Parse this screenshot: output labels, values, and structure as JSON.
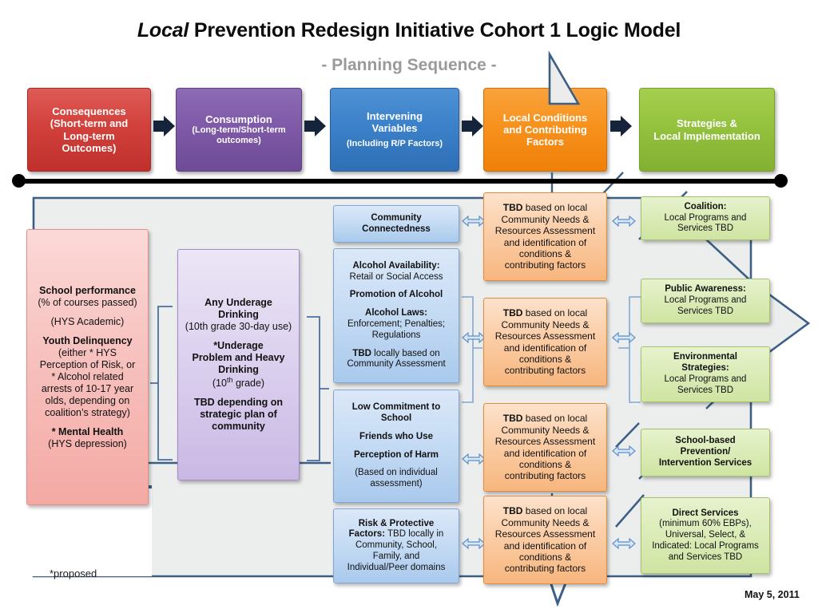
{
  "title": {
    "emphasis": "Local",
    "rest": " Prevention Redesign Initiative Cohort 1 Logic Model",
    "subtitle": "- Planning Sequence -"
  },
  "top_row": [
    {
      "id": "consequences",
      "line1": "Consequences",
      "line2": "(Short-term and",
      "line3": "Long-term",
      "line4": "Outcomes)",
      "color": "#d2413c"
    },
    {
      "id": "consumption",
      "line1": "Consumption",
      "line2": "(Long-term/Short-term",
      "line3": "outcomes)",
      "color": "#7f5aa8"
    },
    {
      "id": "intervening-variables",
      "line1": "Intervening",
      "line2": "Variables",
      "line3": "(Including R/P Factors)",
      "color": "#3b81ca"
    },
    {
      "id": "local-conditions",
      "line1": "Local Conditions",
      "line2": "and Contributing",
      "line3": "Factors",
      "color": "#f7921e"
    },
    {
      "id": "strategies",
      "line1": "Strategies &",
      "line2": "Local Implementation",
      "color": "#94c23e"
    }
  ],
  "consequences_box": {
    "heading1": "School performance",
    "sub1": "(% of courses passed)",
    "sub2": "(HYS Academic)",
    "heading2": "Youth Delinquency",
    "sub3": "(either * HYS",
    "sub4": "Perception of Risk, or",
    "sub5": "* Alcohol related",
    "sub6": "arrests of 10-17 year",
    "sub7": "olds, depending on",
    "sub8": "coalition’s strategy)",
    "heading3": "* Mental Health",
    "sub9": "(HYS depression)"
  },
  "consumption_box": {
    "heading1": "Any Underage",
    "heading1b": "Drinking",
    "sub1": "(10th grade 30-day use)",
    "heading2": "*Underage",
    "heading2b": "Problem and Heavy",
    "heading2c": "Drinking",
    "sub2_pre": "(10",
    "sub2_sup": "th",
    "sub2_post": " grade)",
    "heading3": "TBD depending on",
    "heading3b": "strategic plan of",
    "heading3c": "community"
  },
  "intervening_boxes": [
    {
      "id": "community-connectedness",
      "lines": [
        {
          "bold": "Community",
          "plain": ""
        },
        {
          "bold": "Connectedness",
          "plain": ""
        }
      ]
    },
    {
      "id": "alcohol-availability",
      "lines": [
        {
          "bold": "Alcohol Availability:",
          "plain": ""
        },
        {
          "bold": "",
          "plain": "Retail  or  Social Access"
        },
        {
          "bold": "",
          "plain": ""
        },
        {
          "bold": "Promotion of Alcohol",
          "plain": ""
        },
        {
          "bold": "",
          "plain": ""
        },
        {
          "bold": "Alcohol Laws:",
          "plain": ""
        },
        {
          "bold": "",
          "plain": "Enforcement; Penalties;"
        },
        {
          "bold": "",
          "plain": "Regulations"
        },
        {
          "bold": "",
          "plain": ""
        },
        {
          "bold": "TBD",
          "plain": " locally based on"
        },
        {
          "bold": "",
          "plain": "Community Assessment"
        }
      ]
    },
    {
      "id": "low-commitment",
      "lines": [
        {
          "bold": "Low Commitment to",
          "plain": ""
        },
        {
          "bold": "School",
          "plain": ""
        },
        {
          "bold": "",
          "plain": ""
        },
        {
          "bold": "Friends who Use",
          "plain": ""
        },
        {
          "bold": "",
          "plain": ""
        },
        {
          "bold": "Perception of Harm",
          "plain": ""
        },
        {
          "bold": "",
          "plain": ""
        },
        {
          "bold": "",
          "plain": "(Based on individual"
        },
        {
          "bold": "",
          "plain": "assessment)"
        }
      ]
    },
    {
      "id": "risk-protective-factors",
      "lines": [
        {
          "bold": "Risk & Protective",
          "plain": ""
        },
        {
          "bold": "Factors:",
          "plain": "  TBD locally in"
        },
        {
          "bold": "",
          "plain": "Community, School,"
        },
        {
          "bold": "",
          "plain": "Family, and"
        },
        {
          "bold": "",
          "plain": "Individual/Peer domains"
        }
      ]
    }
  ],
  "local_conditions_boxes": [
    {
      "id": "tbd-1",
      "bold": "TBD",
      "lines": [
        " based on local",
        "Community Needs &",
        "Resources Assessment",
        "and  identification of",
        "conditions &",
        "contributing factors"
      ]
    },
    {
      "id": "tbd-2",
      "bold": "TBD",
      "lines": [
        " based on local",
        "Community Needs &",
        "Resources Assessment",
        "and identification of",
        "conditions &",
        "contributing factors"
      ]
    },
    {
      "id": "tbd-3",
      "bold": "TBD",
      "lines": [
        " based on local",
        "Community Needs &",
        "Resources Assessment",
        "and identification of",
        "conditions &",
        "contributing factors"
      ]
    },
    {
      "id": "tbd-4",
      "bold": "TBD",
      "lines": [
        " based on local",
        "Community Needs &",
        "Resources Assessment",
        "and identification of",
        "conditions &",
        "contributing factors"
      ]
    }
  ],
  "strategy_boxes": [
    {
      "id": "coalition",
      "heading": "Coalition:",
      "lines": [
        "Local Programs and",
        "Services TBD"
      ]
    },
    {
      "id": "public-awareness",
      "heading": "Public Awareness:",
      "lines": [
        "Local Programs and",
        "Services TBD"
      ]
    },
    {
      "id": "environmental-strategies",
      "heading": "Environmental",
      "heading2": "Strategies:",
      "lines": [
        "Local Programs and",
        "Services TBD"
      ]
    },
    {
      "id": "school-based-prevention",
      "heading": "School-based",
      "heading2": "Prevention/",
      "heading3": "Intervention  Services",
      "lines": []
    },
    {
      "id": "direct-services",
      "heading": "Direct Services",
      "lines": [
        "(minimum 60% EBPs),",
        "Universal, Select, &",
        "Indicated: Local Programs",
        "and Services TBD"
      ]
    }
  ],
  "footnotes": {
    "proposed": "*proposed",
    "date": "May 5, 2011"
  },
  "colors": {
    "consequences": "#d2413c",
    "consumption": "#7f5aa8",
    "intervening": "#3b81ca",
    "local_conditions": "#f7921e",
    "strategies": "#94c23e",
    "panel_outline": "#3c5f86",
    "panel_fill": "#eceded",
    "rule": "#000000",
    "subtitle": "#9a9a9a"
  }
}
